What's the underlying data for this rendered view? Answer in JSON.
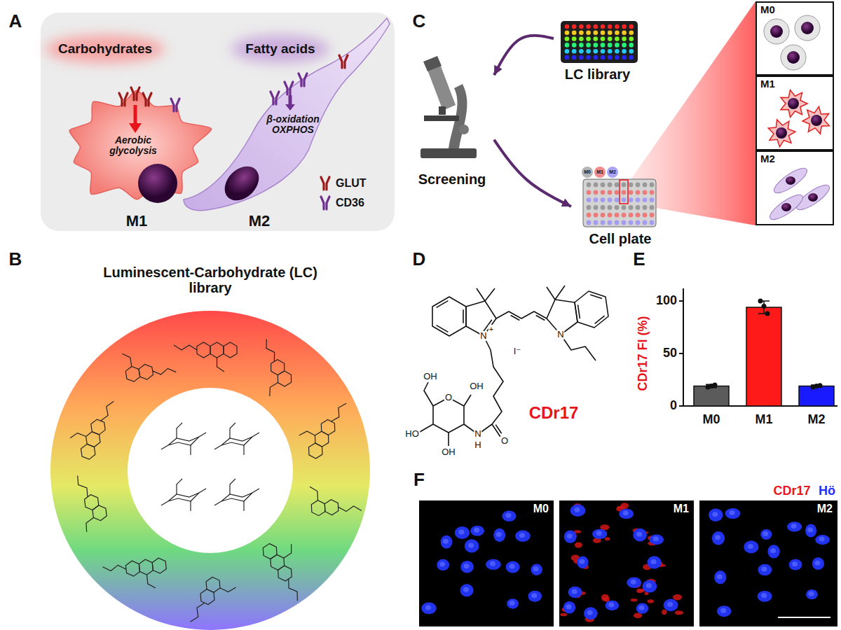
{
  "diagram": {
    "nodes": [
      {
        "text": [
          "LC library"
        ]
      },
      {
        "text": [
          "Screening"
        ]
      },
      {
        "text": [
          "Cell plate"
        ]
      },
      {
        "text": [
          "M0"
        ]
      },
      {
        "text": [
          "M1"
        ]
      },
      {
        "text": [
          "M2"
        ]
      },
      {
        "text": [
          "M0"
        ]
      },
      {
        "text": [
          "M1"
        ]
      },
      {
        "text": [
          "M2"
        ]
      }
    ],
    "edges": [
      {
        "from": 0,
        "to": 1,
        "arrow": "to"
      },
      {
        "from": 1,
        "to": 2,
        "arrow": "to"
      }
    ],
    "labels": [
      "A",
      "Carbohydrates",
      "Fatty acids",
      "Aerobic glycolysis",
      "β-oxidation OXPHOS",
      "M1",
      "M2",
      "C",
      "M0",
      "M1",
      "M2",
      "B",
      "Luminescent-Carbohydrate (LC) library",
      "D",
      "OH",
      "O",
      "OH",
      "HO",
      "N",
      "H",
      "O",
      "OH",
      "N",
      "+",
      "I⁻",
      "N",
      "CDr17",
      "E",
      "CDr17 FI (%)",
      "100",
      "50",
      "0",
      "M0",
      "M1",
      "M2",
      "F",
      "CDr17",
      "Hö"
    ],
    "legend": [
      {
        "text": "GLUT"
      },
      {
        "text": "CD36"
      }
    ]
  }
}
